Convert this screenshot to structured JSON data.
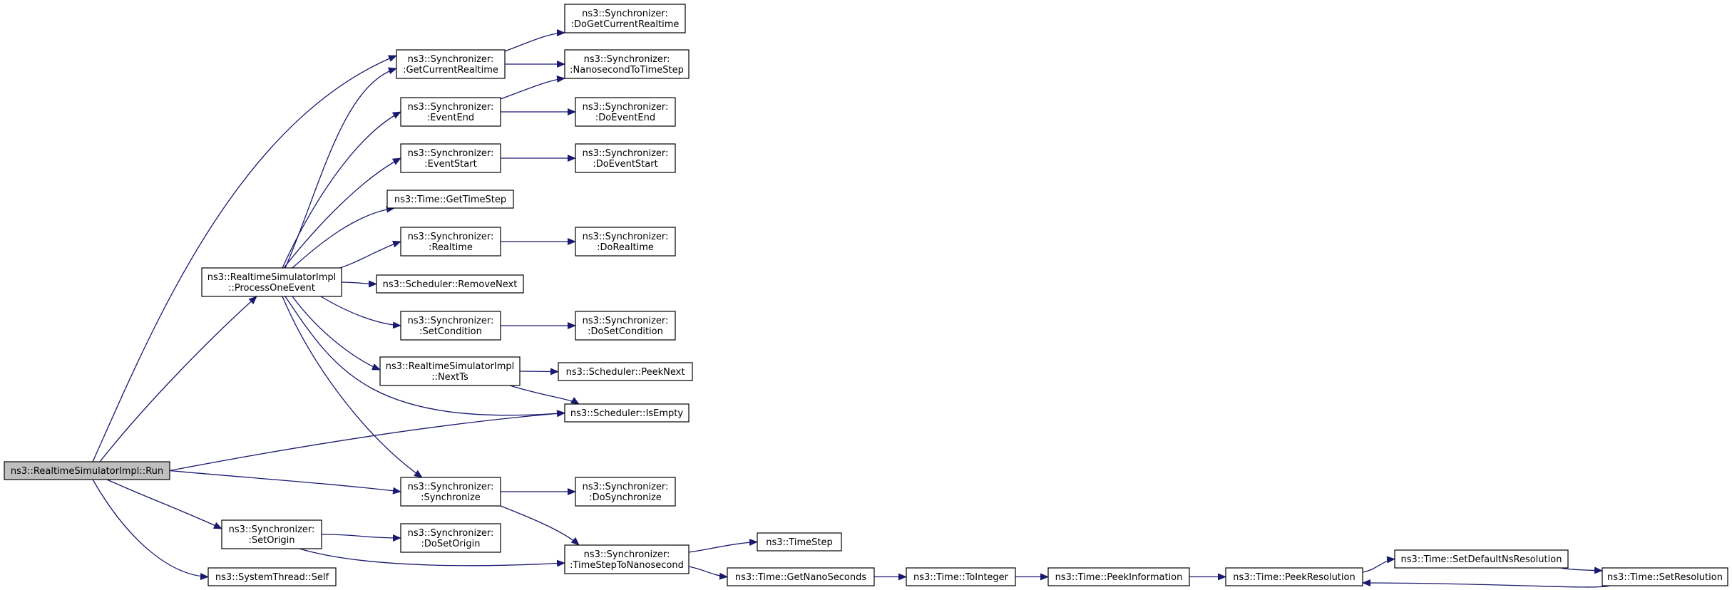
{
  "graph": {
    "colors": {
      "edge": "#191970",
      "node_fill": "#ffffff",
      "root_fill": "#bfbfbf",
      "border": "#000000"
    },
    "nodes": [
      {
        "id": "run",
        "lines": [
          "ns3::RealtimeSimulatorImpl::Run"
        ],
        "root": true
      },
      {
        "id": "processOneEvent",
        "lines": [
          "ns3::RealtimeSimulatorImpl",
          "::ProcessOneEvent"
        ]
      },
      {
        "id": "getCurrentRealtime",
        "lines": [
          "ns3::Synchronizer:",
          ":GetCurrentRealtime"
        ]
      },
      {
        "id": "doGetCurrentRealtime",
        "lines": [
          "ns3::Synchronizer:",
          ":DoGetCurrentRealtime"
        ]
      },
      {
        "id": "nanosecondToTimeStep",
        "lines": [
          "ns3::Synchronizer:",
          ":NanosecondToTimeStep"
        ]
      },
      {
        "id": "eventEnd",
        "lines": [
          "ns3::Synchronizer:",
          ":EventEnd"
        ]
      },
      {
        "id": "doEventEnd",
        "lines": [
          "ns3::Synchronizer:",
          ":DoEventEnd"
        ]
      },
      {
        "id": "eventStart",
        "lines": [
          "ns3::Synchronizer:",
          ":EventStart"
        ]
      },
      {
        "id": "doEventStart",
        "lines": [
          "ns3::Synchronizer:",
          ":DoEventStart"
        ]
      },
      {
        "id": "getTimeStep",
        "lines": [
          "ns3::Time::GetTimeStep"
        ]
      },
      {
        "id": "realtime",
        "lines": [
          "ns3::Synchronizer:",
          ":Realtime"
        ]
      },
      {
        "id": "doRealtime",
        "lines": [
          "ns3::Synchronizer:",
          ":DoRealtime"
        ]
      },
      {
        "id": "removeNext",
        "lines": [
          "ns3::Scheduler::RemoveNext"
        ]
      },
      {
        "id": "setCondition",
        "lines": [
          "ns3::Synchronizer:",
          ":SetCondition"
        ]
      },
      {
        "id": "doSetCondition",
        "lines": [
          "ns3::Synchronizer:",
          ":DoSetCondition"
        ]
      },
      {
        "id": "nextTs",
        "lines": [
          "ns3::RealtimeSimulatorImpl",
          "::NextTs"
        ]
      },
      {
        "id": "peekNext",
        "lines": [
          "ns3::Scheduler::PeekNext"
        ]
      },
      {
        "id": "isEmpty",
        "lines": [
          "ns3::Scheduler::IsEmpty"
        ]
      },
      {
        "id": "synchronize",
        "lines": [
          "ns3::Synchronizer:",
          ":Synchronize"
        ]
      },
      {
        "id": "doSynchronize",
        "lines": [
          "ns3::Synchronizer:",
          ":DoSynchronize"
        ]
      },
      {
        "id": "setOrigin",
        "lines": [
          "ns3::Synchronizer:",
          ":SetOrigin"
        ]
      },
      {
        "id": "doSetOrigin",
        "lines": [
          "ns3::Synchronizer:",
          ":DoSetOrigin"
        ]
      },
      {
        "id": "systemThreadSelf",
        "lines": [
          "ns3::SystemThread::Self"
        ]
      },
      {
        "id": "timeStepToNanosecond",
        "lines": [
          "ns3::Synchronizer:",
          ":TimeStepToNanosecond"
        ]
      },
      {
        "id": "timeStep",
        "lines": [
          "ns3::TimeStep"
        ]
      },
      {
        "id": "getNanoSeconds",
        "lines": [
          "ns3::Time::GetNanoSeconds"
        ]
      },
      {
        "id": "toInteger",
        "lines": [
          "ns3::Time::ToInteger"
        ]
      },
      {
        "id": "peekInformation",
        "lines": [
          "ns3::Time::PeekInformation"
        ]
      },
      {
        "id": "peekResolution",
        "lines": [
          "ns3::Time::PeekResolution"
        ]
      },
      {
        "id": "setDefaultNsResolution",
        "lines": [
          "ns3::Time::SetDefaultNsResolution"
        ]
      },
      {
        "id": "setResolution",
        "lines": [
          "ns3::Time::SetResolution"
        ]
      }
    ],
    "edges": [
      [
        "run",
        "getCurrentRealtime"
      ],
      [
        "run",
        "processOneEvent"
      ],
      [
        "run",
        "isEmpty"
      ],
      [
        "run",
        "synchronize"
      ],
      [
        "run",
        "setOrigin"
      ],
      [
        "run",
        "systemThreadSelf"
      ],
      [
        "processOneEvent",
        "getCurrentRealtime"
      ],
      [
        "processOneEvent",
        "eventEnd"
      ],
      [
        "processOneEvent",
        "eventStart"
      ],
      [
        "processOneEvent",
        "getTimeStep"
      ],
      [
        "processOneEvent",
        "realtime"
      ],
      [
        "processOneEvent",
        "removeNext"
      ],
      [
        "processOneEvent",
        "setCondition"
      ],
      [
        "processOneEvent",
        "nextTs"
      ],
      [
        "processOneEvent",
        "isEmpty"
      ],
      [
        "processOneEvent",
        "synchronize"
      ],
      [
        "getCurrentRealtime",
        "doGetCurrentRealtime"
      ],
      [
        "getCurrentRealtime",
        "nanosecondToTimeStep"
      ],
      [
        "eventEnd",
        "nanosecondToTimeStep"
      ],
      [
        "eventEnd",
        "doEventEnd"
      ],
      [
        "eventStart",
        "doEventStart"
      ],
      [
        "realtime",
        "doRealtime"
      ],
      [
        "setCondition",
        "doSetCondition"
      ],
      [
        "nextTs",
        "peekNext"
      ],
      [
        "nextTs",
        "isEmpty"
      ],
      [
        "synchronize",
        "doSynchronize"
      ],
      [
        "synchronize",
        "timeStepToNanosecond"
      ],
      [
        "setOrigin",
        "doSetOrigin"
      ],
      [
        "setOrigin",
        "timeStepToNanosecond"
      ],
      [
        "timeStepToNanosecond",
        "timeStep"
      ],
      [
        "timeStepToNanosecond",
        "getNanoSeconds"
      ],
      [
        "getNanoSeconds",
        "toInteger"
      ],
      [
        "toInteger",
        "peekInformation"
      ],
      [
        "peekInformation",
        "peekResolution"
      ],
      [
        "peekResolution",
        "setDefaultNsResolution"
      ],
      [
        "setDefaultNsResolution",
        "setResolution"
      ],
      [
        "setResolution",
        "peekResolution"
      ]
    ]
  }
}
